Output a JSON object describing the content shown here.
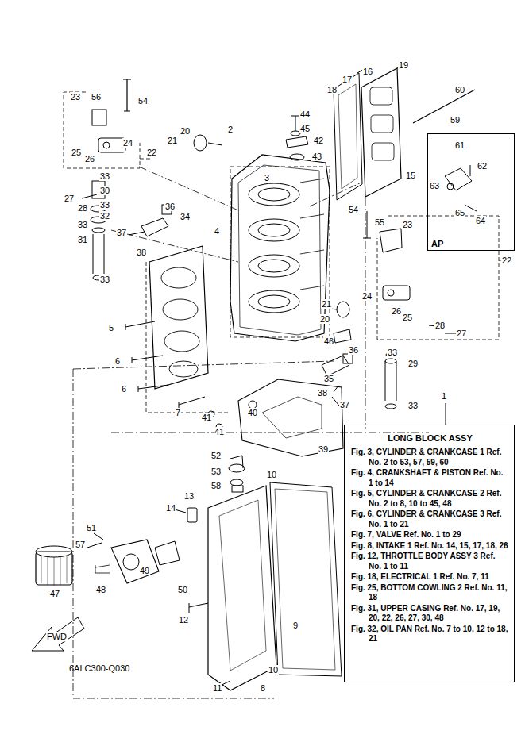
{
  "diagram": {
    "nodes": [
      {
        "text": [
          "AP"
        ]
      },
      {
        "text": [
          "LONG BLOCK ASSY",
          "Fig. 3, CYLINDER & CRANKCASE 1 Ref. No. 2 to 53, 57, 59, 60",
          "Fig. 4, CRANKSHAFT & PISTON Ref. No. 1 to 14",
          "Fig. 5, CYLINDER & CRANKCASE 2 Ref. No. 2 to 8, 10 to 45, 48",
          "Fig. 6, CYLINDER & CRANKCASE 3 Ref. No. 1 to 21",
          "Fig. 7, VALVE Ref. No. 1 to 29",
          "Fig. 8, INTAKE 1 Ref. No. 14, 15, 17, 18, 26",
          "Fig. 12, THROTTLE BODY ASSY 3 Ref. No. 1 to 11",
          "Fig. 18, ELECTRICAL 1 Ref. No. 7, 11",
          "Fig. 25, BOTTOM COWLING 2 Ref. No. 11, 18",
          "Fig. 31, UPPER CASING Ref. No. 17, 19, 20, 22, 26, 27, 30, 48",
          "Fig. 32, OIL PAN Ref. No. 7 to 10, 12 to 18, 21"
        ]
      }
    ],
    "edges": [],
    "labels": [
      "19",
      "16",
      "60",
      "17",
      "18",
      "23",
      "56",
      "54",
      "44",
      "45",
      "20",
      "2",
      "21",
      "42",
      "24",
      "25",
      "26",
      "22",
      "61",
      "43",
      "59",
      "62",
      "15",
      "3",
      "33",
      "30",
      "63",
      "27",
      "33",
      "28",
      "36",
      "32",
      "34",
      "54",
      "55",
      "23",
      "65",
      "33",
      "64",
      "4",
      "31",
      "37",
      "38",
      "22",
      "33",
      "21",
      "24",
      "20",
      "26",
      "25",
      "28",
      "5",
      "27",
      "46",
      "36",
      "33",
      "29",
      "6",
      "35",
      "6",
      "38",
      "1",
      "37",
      "33",
      "7",
      "40",
      "41",
      "41",
      "39",
      "52",
      "53",
      "10",
      "58",
      "13",
      "14",
      "51",
      "57",
      "47",
      "49",
      "50",
      "12",
      "48",
      "9",
      "FWD",
      "10",
      "8",
      "11",
      "6ALC300-Q030"
    ]
  }
}
